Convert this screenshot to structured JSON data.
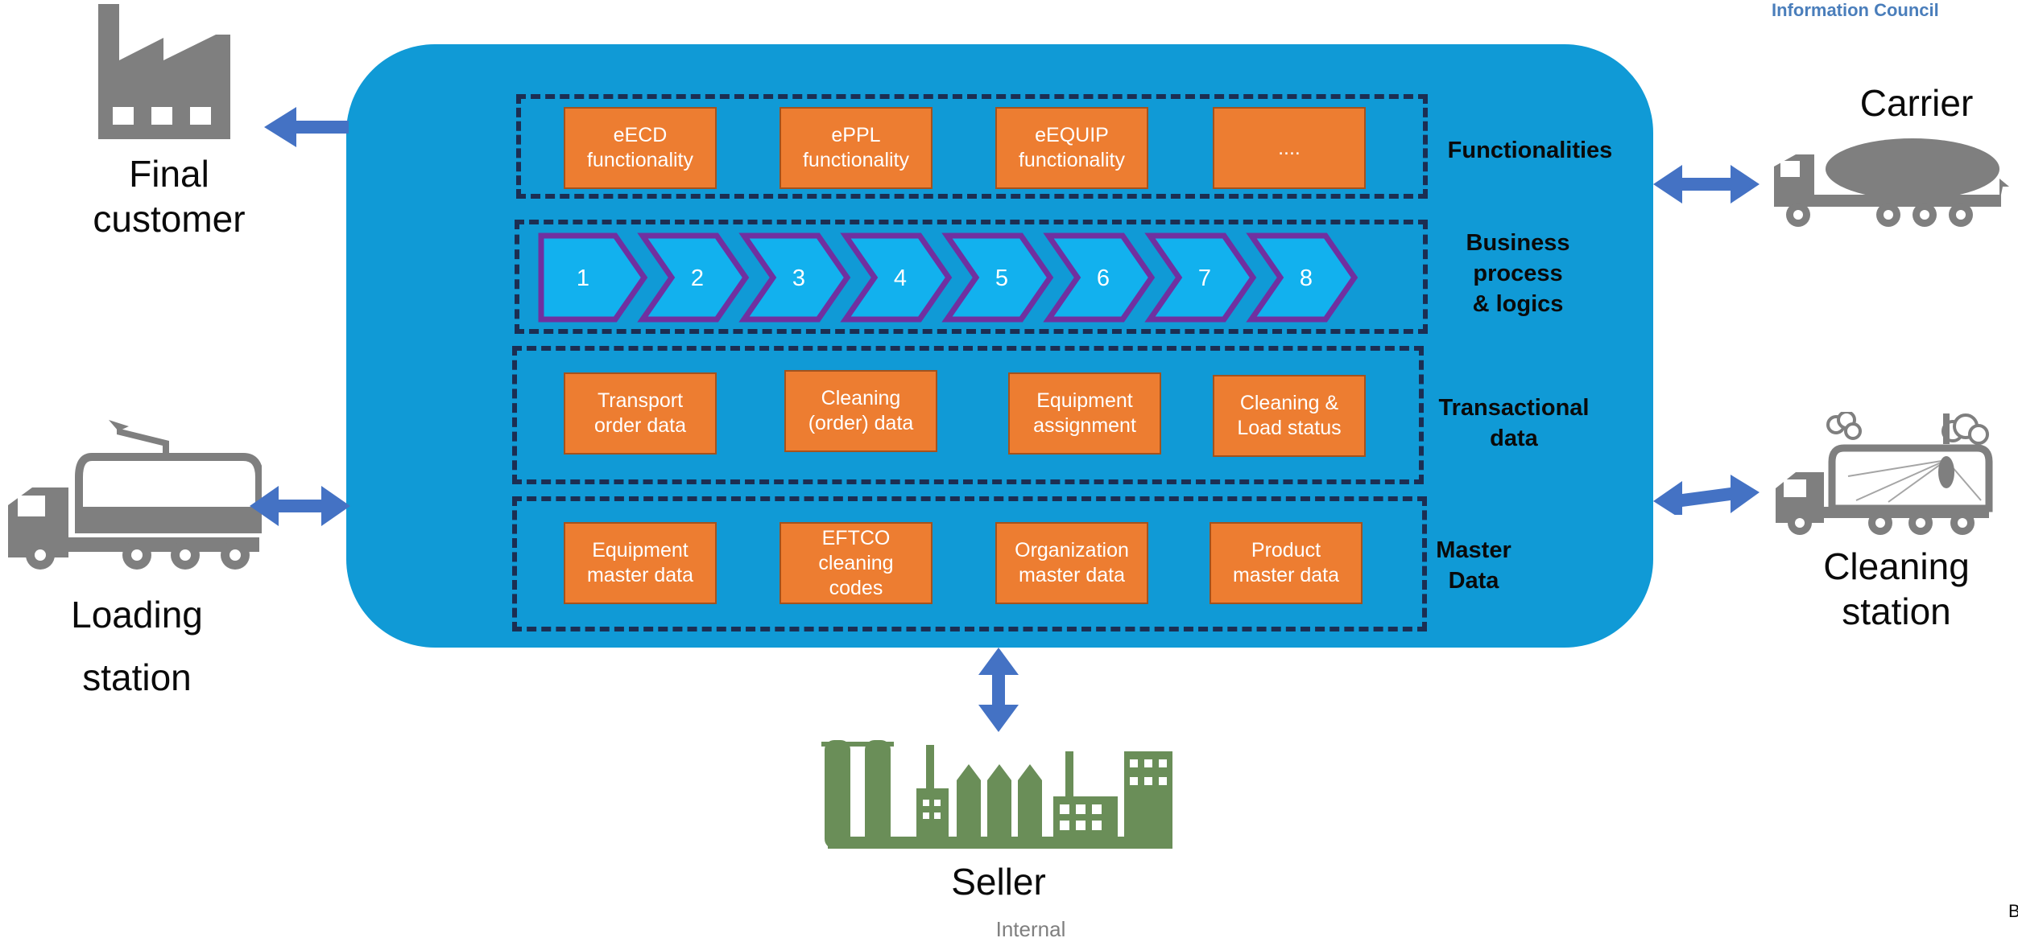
{
  "header": {
    "org_text": "Information Council"
  },
  "layers": {
    "functionalities": {
      "label": "Functionalities",
      "boxes": [
        "eECD\nfunctionality",
        "ePPL\nfunctionality",
        "eEQUIP\nfunctionality",
        "...."
      ]
    },
    "business": {
      "label": "Business\nprocess\n& logics",
      "steps": [
        "1",
        "2",
        "3",
        "4",
        "5",
        "6",
        "7",
        "8"
      ]
    },
    "transactional": {
      "label": "Transactional\ndata",
      "boxes": [
        "Transport\norder data",
        "Cleaning\n(order) data",
        "Equipment\nassignment",
        "Cleaning &\nLoad status"
      ]
    },
    "master": {
      "label": "Master\nData",
      "boxes": [
        "Equipment\nmaster data",
        "EFTCO\ncleaning\ncodes",
        "Organization\nmaster data",
        "Product\nmaster data"
      ]
    }
  },
  "actors": {
    "final_customer": "Final\ncustomer",
    "carrier": "Carrier",
    "loading_station": "Loading\nstation",
    "cleaning_station": "Cleaning\nstation",
    "seller": "Seller"
  },
  "footer": {
    "classification": "Internal",
    "edge_letter": "B"
  },
  "colors": {
    "platform": "#109ad6",
    "box": "#ed7d31",
    "chevron_fill": "#12b1ee",
    "chevron_border": "#7030a0",
    "arrow": "#4472c4",
    "icon_grey": "#7f7f7f",
    "seller_green": "#6a8e58"
  }
}
